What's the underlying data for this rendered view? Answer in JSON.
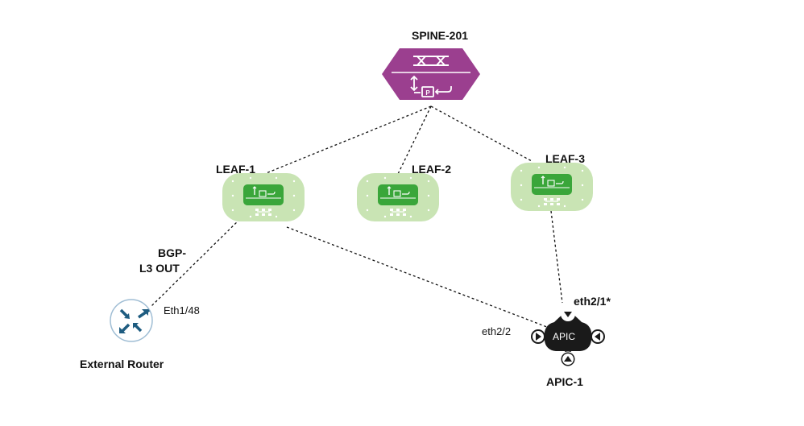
{
  "nodes": {
    "spine": {
      "label": "SPINE-201",
      "color": "#9b3f8f"
    },
    "leaf1": {
      "label": "LEAF-1",
      "color": "#c9e4b4"
    },
    "leaf2": {
      "label": "LEAF-2",
      "color": "#c9e4b4"
    },
    "leaf3": {
      "label": "LEAF-3",
      "color": "#c9e4b4"
    },
    "router": {
      "label": "External Router",
      "icon": "router-icon"
    },
    "apic": {
      "label": "APIC-1",
      "inner_text": "APIC",
      "icon": "apic-controller-icon"
    }
  },
  "link_labels": {
    "bgp_line1": "BGP-",
    "bgp_line2": "L3 OUT",
    "router_port": "Eth1/48",
    "apic_port_leaf1": "eth2/2",
    "apic_port_leaf3": "eth2/1*"
  },
  "colors": {
    "leaf_inner": "#3aa63a",
    "router_ring": "#5b8bb0",
    "router_arrow": "#1e5c80",
    "apic_body": "#222222"
  }
}
